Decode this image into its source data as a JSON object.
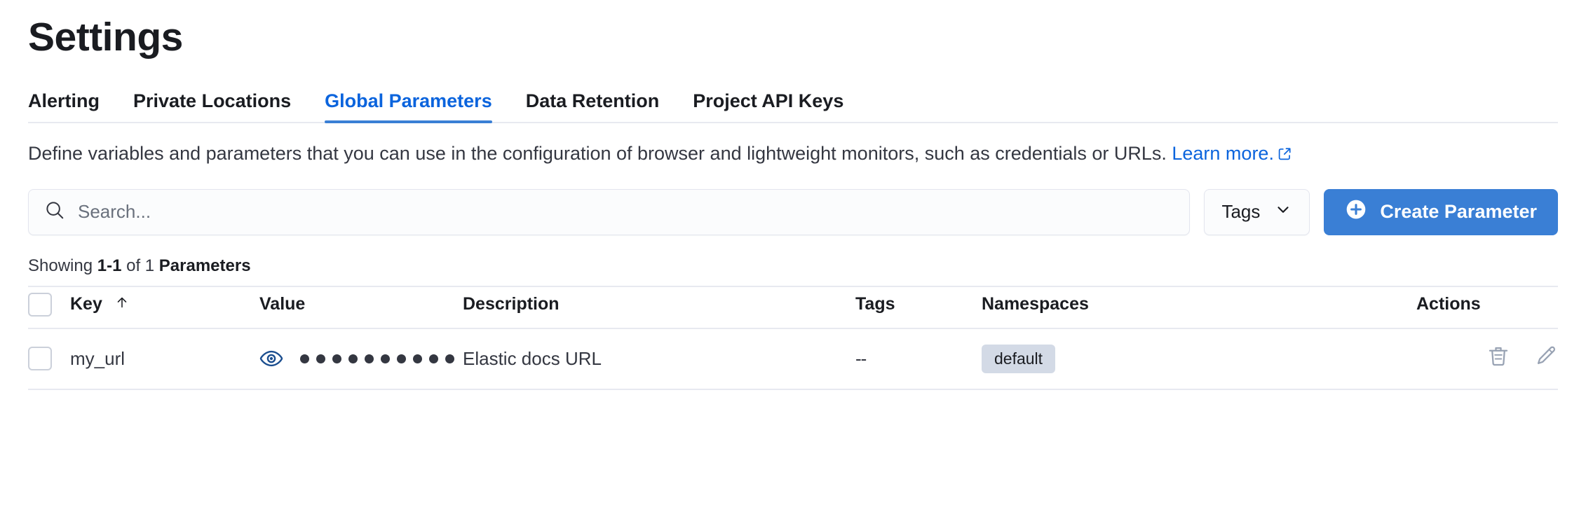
{
  "page": {
    "title": "Settings"
  },
  "tabs": [
    {
      "label": "Alerting",
      "active": false
    },
    {
      "label": "Private Locations",
      "active": false
    },
    {
      "label": "Global Parameters",
      "active": true
    },
    {
      "label": "Data Retention",
      "active": false
    },
    {
      "label": "Project API Keys",
      "active": false
    }
  ],
  "description": {
    "text": "Define variables and parameters that you can use in the configuration of browser and lightweight monitors, such as credentials or URLs. ",
    "link_label": "Learn more.",
    "link_icon": "external-link-icon"
  },
  "controls": {
    "search": {
      "icon": "search-icon",
      "value": "",
      "placeholder": "Search..."
    },
    "tags_filter": {
      "label": "Tags",
      "icon": "chevron-down-icon"
    },
    "create_button": {
      "label": "Create Parameter",
      "icon": "plus-circle-icon"
    }
  },
  "results_summary": {
    "prefix": "Showing ",
    "range": "1-1",
    "middle": " of 1 ",
    "entity": "Parameters"
  },
  "table": {
    "columns": [
      {
        "label": "",
        "name": "select-all"
      },
      {
        "label": "Key",
        "name": "key",
        "sort": "asc",
        "sort_icon": "arrow-up-icon"
      },
      {
        "label": "Value",
        "name": "value"
      },
      {
        "label": "Description",
        "name": "description"
      },
      {
        "label": "Tags",
        "name": "tags"
      },
      {
        "label": "Namespaces",
        "name": "namespaces"
      },
      {
        "label": "Actions",
        "name": "actions"
      }
    ],
    "rows": [
      {
        "key": "my_url",
        "value_masked": "••••••••••",
        "value_dot_count": 10,
        "value_toggle_icon": "eye-icon",
        "description": "Elastic docs URL",
        "tags": "--",
        "namespaces": [
          "default"
        ],
        "actions": [
          "trash-icon",
          "pencil-icon"
        ]
      }
    ]
  },
  "colors": {
    "accent_blue": "#3a7fd5",
    "link_blue": "#0b64dd",
    "text_dark": "#1a1c21",
    "text_body": "#343741",
    "border": "#e7e9f0",
    "badge_bg": "#d3dae6",
    "icon_gray": "#98a2b3"
  }
}
